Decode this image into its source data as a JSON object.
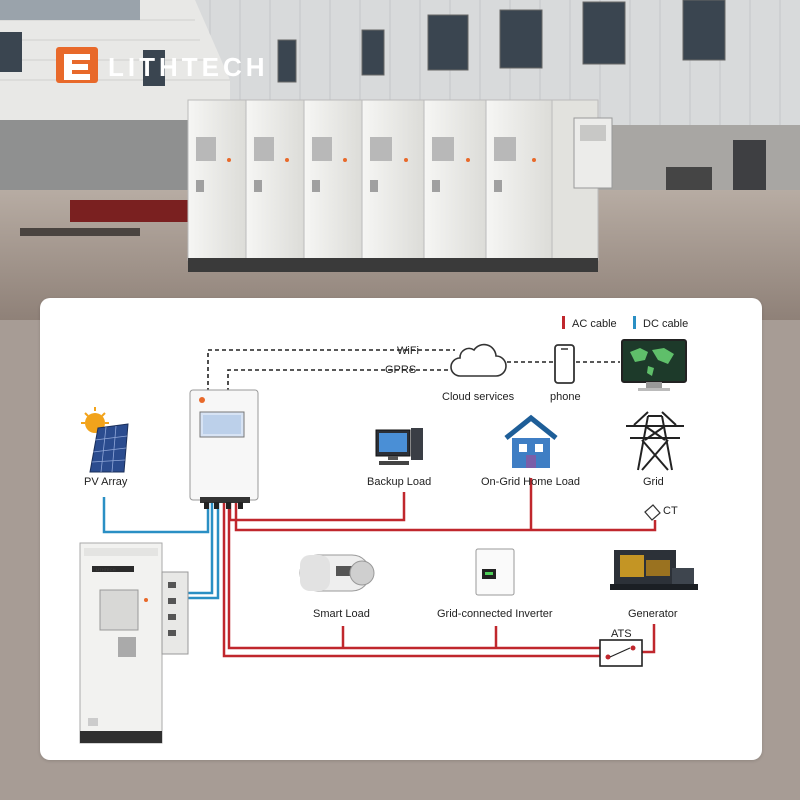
{
  "brand": {
    "name": "LITHTECH",
    "cabinet_logo": "LITHTECH"
  },
  "legend": {
    "ac": "AC cable",
    "dc": "DC cable"
  },
  "links": {
    "wifi": "WiFi",
    "gprs": "GPRS"
  },
  "nodes": {
    "cloud": "Cloud services",
    "phone": "phone",
    "pv": "PV Array",
    "backup": "Backup Load",
    "ongrid": "On-Grid Home Load",
    "grid": "Grid",
    "ct": "CT",
    "smart": "Smart Load",
    "gridinv": "Grid-connected Inverter",
    "generator": "Generator",
    "ats": "ATS"
  },
  "colors": {
    "ac": "#c0272d",
    "dc": "#2a8fc4",
    "accent": "#e8692a",
    "background": "#a79c95"
  },
  "icons": [
    "sun-icon",
    "solar-panel-icon",
    "computer-icon",
    "house-icon",
    "pylon-icon",
    "cloud-icon",
    "phone-icon",
    "monitor-icon",
    "water-heater-icon",
    "generator-icon"
  ]
}
